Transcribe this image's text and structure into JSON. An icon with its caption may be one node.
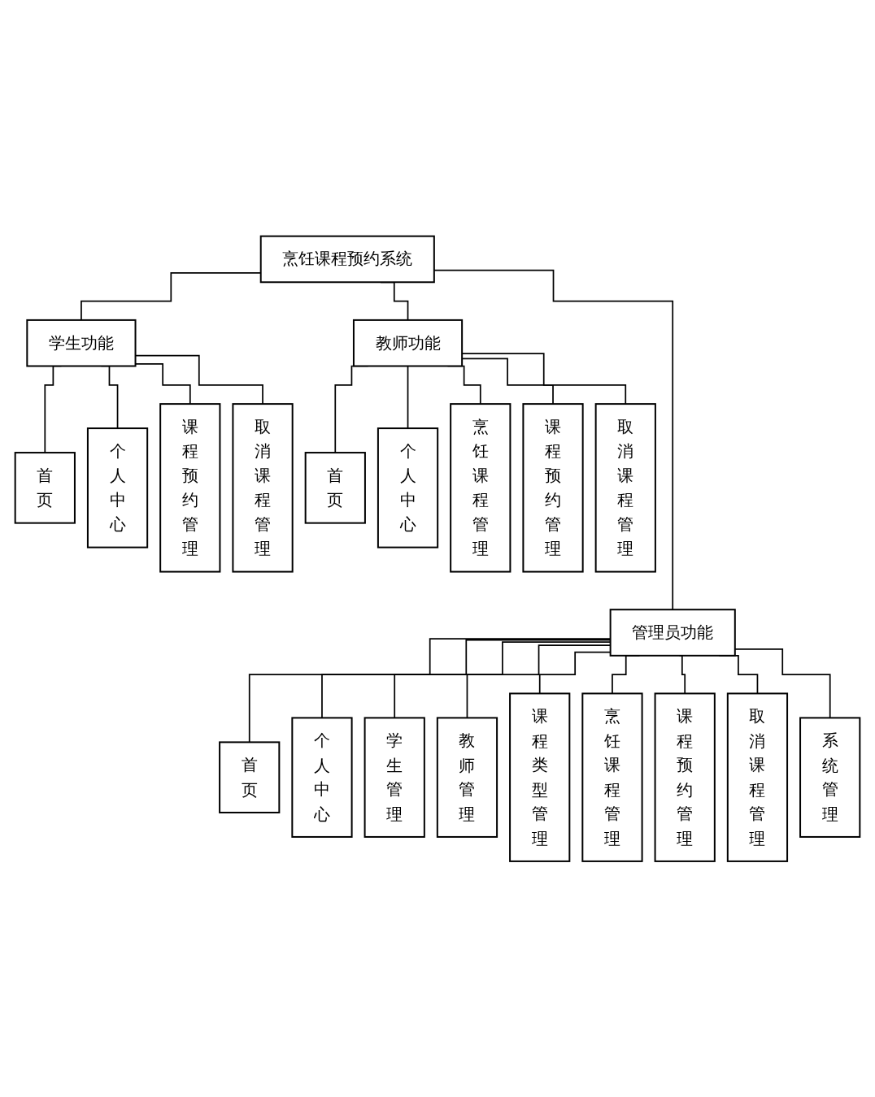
{
  "diagram": {
    "nodes": [
      {
        "text": [
          "烹饪课程预约系统"
        ]
      },
      {
        "text": [
          "学生功能"
        ]
      },
      {
        "text": [
          "教师功能"
        ]
      },
      {
        "text": [
          "管理员功能"
        ]
      },
      {
        "text": [
          "首页"
        ]
      },
      {
        "text": [
          "个人中心"
        ]
      },
      {
        "text": [
          "课程预约管理"
        ]
      },
      {
        "text": [
          "取消课程管理"
        ]
      },
      {
        "text": [
          "首页"
        ]
      },
      {
        "text": [
          "个人中心"
        ]
      },
      {
        "text": [
          "烹饪课程管理"
        ]
      },
      {
        "text": [
          "课程预约管理"
        ]
      },
      {
        "text": [
          "取消课程管理"
        ]
      },
      {
        "text": [
          "首页"
        ]
      },
      {
        "text": [
          "个人中心"
        ]
      },
      {
        "text": [
          "学生管理"
        ]
      },
      {
        "text": [
          "教师管理"
        ]
      },
      {
        "text": [
          "课程类型管理"
        ]
      },
      {
        "text": [
          "烹饪课程管理"
        ]
      },
      {
        "text": [
          "课程预约管理"
        ]
      },
      {
        "text": [
          "取消课程管理"
        ]
      },
      {
        "text": [
          "系统管理"
        ]
      }
    ],
    "edges": [
      {
        "from": 0,
        "to": 1,
        "arrow": "none"
      },
      {
        "from": 0,
        "to": 2,
        "arrow": "none"
      },
      {
        "from": 0,
        "to": 3,
        "arrow": "none"
      },
      {
        "from": 1,
        "to": 4,
        "arrow": "none"
      },
      {
        "from": 1,
        "to": 5,
        "arrow": "none"
      },
      {
        "from": 1,
        "to": 6,
        "arrow": "none"
      },
      {
        "from": 1,
        "to": 7,
        "arrow": "none"
      },
      {
        "from": 2,
        "to": 8,
        "arrow": "none"
      },
      {
        "from": 2,
        "to": 9,
        "arrow": "none"
      },
      {
        "from": 2,
        "to": 10,
        "arrow": "none"
      },
      {
        "from": 2,
        "to": 11,
        "arrow": "none"
      },
      {
        "from": 2,
        "to": 12,
        "arrow": "none"
      },
      {
        "from": 3,
        "to": 13,
        "arrow": "none"
      },
      {
        "from": 3,
        "to": 14,
        "arrow": "none"
      },
      {
        "from": 3,
        "to": 15,
        "arrow": "none"
      },
      {
        "from": 3,
        "to": 16,
        "arrow": "none"
      },
      {
        "from": 3,
        "to": 17,
        "arrow": "none"
      },
      {
        "from": 3,
        "to": 18,
        "arrow": "none"
      },
      {
        "from": 3,
        "to": 19,
        "arrow": "none"
      },
      {
        "from": 3,
        "to": 20,
        "arrow": "none"
      },
      {
        "from": 3,
        "to": 21,
        "arrow": "none"
      }
    ]
  }
}
